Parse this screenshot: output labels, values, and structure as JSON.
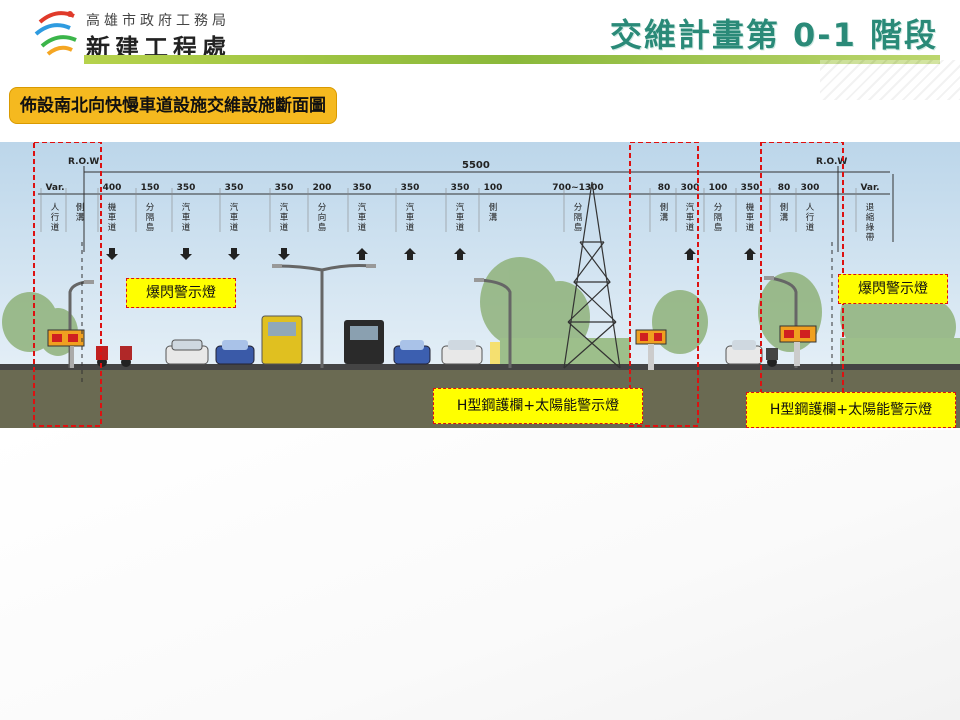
{
  "header": {
    "org_top": "高雄市政府工務局",
    "org_main": "新建工程處",
    "phase_title": "交維計畫第 0-1 階段"
  },
  "section_title": "佈設南北向快慢車道設施交維設施斷面圖",
  "diagram": {
    "row_label": "R.O.W",
    "total_width": "5500",
    "lanes": [
      {
        "width": "Var.",
        "name": "人行道"
      },
      {
        "width": "",
        "name": "側溝"
      },
      {
        "width": "400",
        "name": "機車道"
      },
      {
        "width": "150",
        "name": "分隔島"
      },
      {
        "width": "350",
        "name": "汽車道"
      },
      {
        "width": "350",
        "name": "汽車道"
      },
      {
        "width": "350",
        "name": "汽車道"
      },
      {
        "width": "200",
        "name": "分向島"
      },
      {
        "width": "350",
        "name": "汽車道"
      },
      {
        "width": "350",
        "name": "汽車道"
      },
      {
        "width": "350",
        "name": "汽車道"
      },
      {
        "width": "100",
        "name": "側溝"
      },
      {
        "width": "700~1300",
        "name": "分隔島"
      },
      {
        "width": "80",
        "name": "側溝"
      },
      {
        "width": "300",
        "name": "汽車道"
      },
      {
        "width": "100",
        "name": "分隔島"
      },
      {
        "width": "350",
        "name": "機車道"
      },
      {
        "width": "80",
        "name": "側溝"
      },
      {
        "width": "300",
        "name": "人行道"
      },
      {
        "width": "Var.",
        "name": "退縮綠帶"
      }
    ]
  },
  "callouts": {
    "flash_left": "爆閃警示燈",
    "flash_right": "爆閃警示燈",
    "barrier_mid": "H型鋼護欄+太陽能警示燈",
    "barrier_right": "H型鋼護欄+太陽能警示燈"
  },
  "colors": {
    "accent_title": "#2a8a78",
    "section_bg": "#f5b91f",
    "callout_bg": "#ffff00",
    "dash_red": "#dd1111"
  }
}
